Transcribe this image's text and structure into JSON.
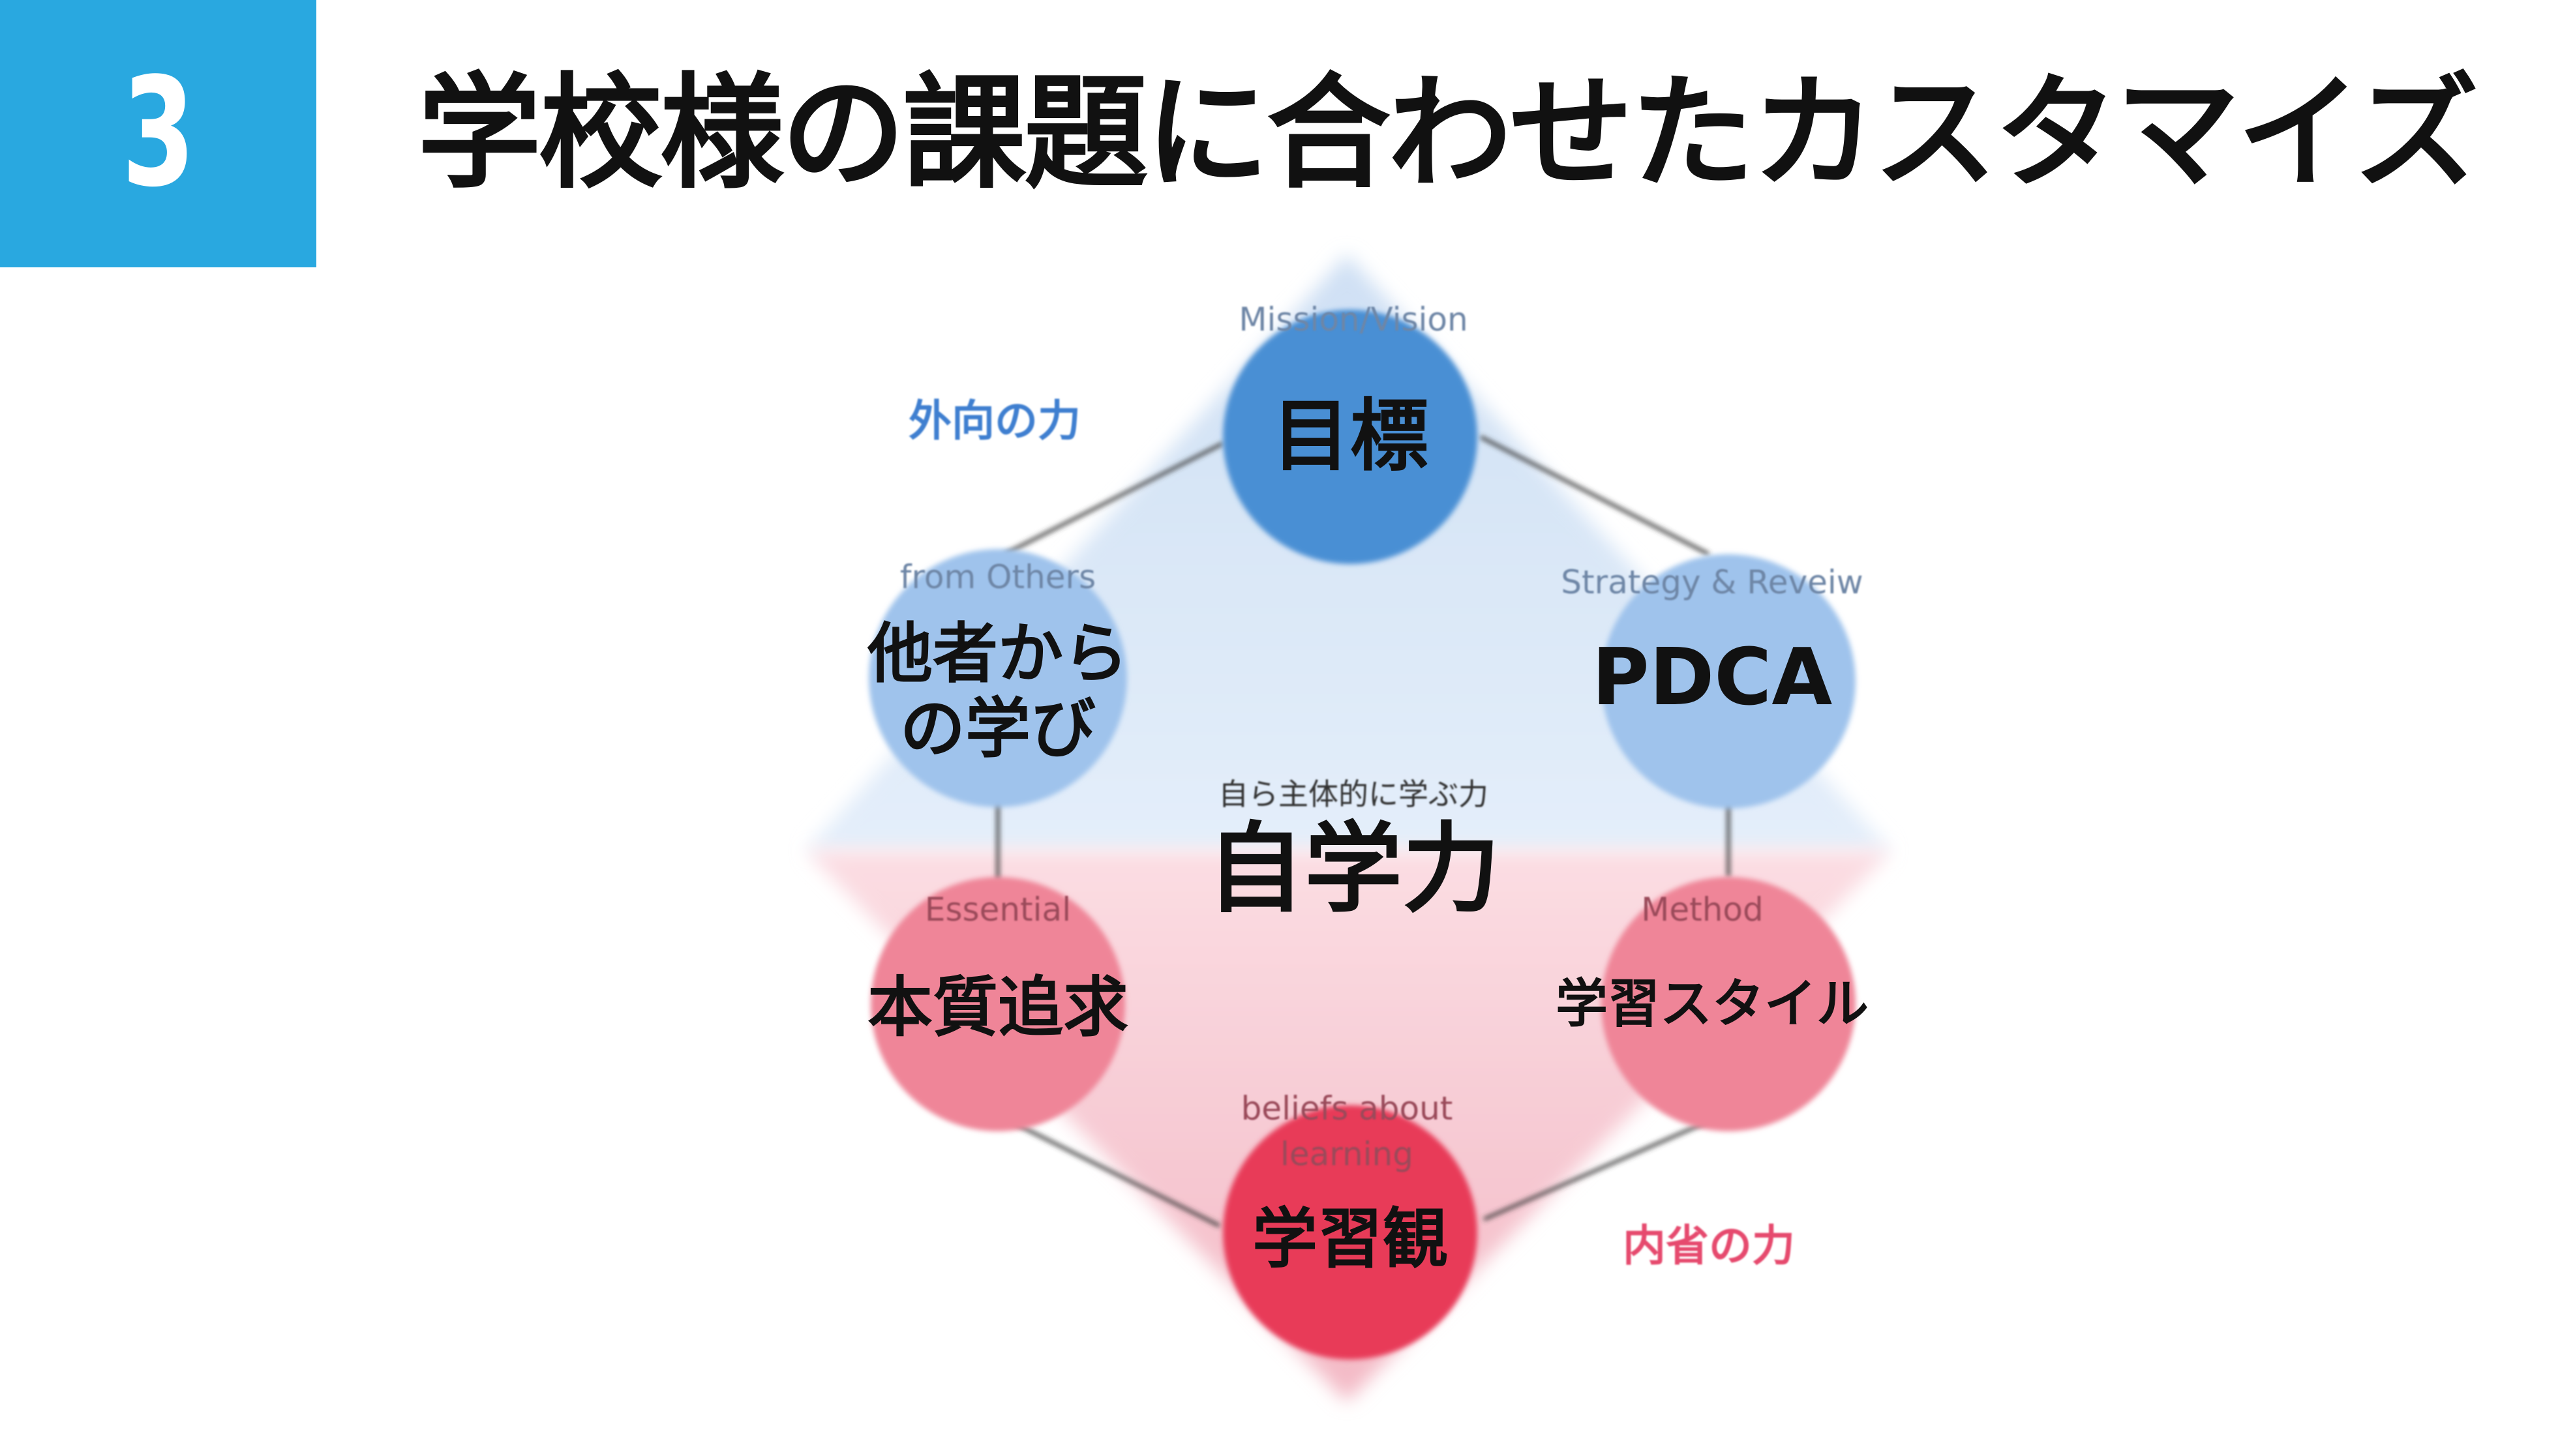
{
  "header": {
    "number": "3",
    "title": "学校様の課題に合わせたカスタマイズ"
  },
  "diagram": {
    "center": {
      "subtitle": "自ら主体的に学ぶ力",
      "label": "自学力"
    },
    "side_labels": {
      "outward": "外向の力",
      "inward": "内省の力"
    },
    "nodes": [
      {
        "id": "goal",
        "sublabel": "Mission/Vision",
        "label": "目標"
      },
      {
        "id": "pdca",
        "sublabel": "Strategy & Reveiw",
        "label": "PDCA"
      },
      {
        "id": "learning-style",
        "sublabel": "Method",
        "label": "学習スタイル"
      },
      {
        "id": "view-of-learning",
        "sublabel": "beliefs about learning",
        "label": "学習観"
      },
      {
        "id": "essential",
        "sublabel": "Essential",
        "label": "本質追求"
      },
      {
        "id": "others",
        "sublabel": "from Others",
        "label": "他者からの学び"
      }
    ],
    "colors": {
      "badge": "#29a8e0",
      "node_top": "#4a8fd4",
      "node_upper": "#9fc3ec",
      "node_lower": "#ef8598",
      "node_bottom": "#e83a58",
      "tri_upper": "#dce8f6",
      "tri_lower": "#f8d4db",
      "outward_text": "#3f7fd0",
      "inward_text": "#e64a6e"
    }
  }
}
